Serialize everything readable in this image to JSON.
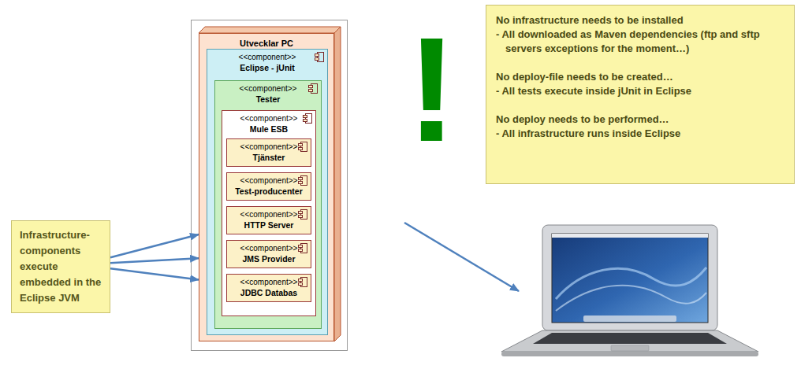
{
  "diagram": {
    "nodes": [
      {
        "text": [
          "Utvecklar PC"
        ]
      },
      {
        "text": [
          "<<component>>",
          "Eclipse - jUnit"
        ],
        "in": 0
      },
      {
        "text": [
          "<<component>>",
          "Tester"
        ],
        "in": 1
      },
      {
        "text": [
          "<<component>>",
          "Mule ESB"
        ],
        "in": 2
      },
      {
        "text": [
          "<<component>>",
          "Tjänster"
        ],
        "in": 3
      },
      {
        "text": [
          "<<component>>",
          "Test-producenter"
        ],
        "in": 3
      },
      {
        "text": [
          "<<component>>",
          "HTTP Server"
        ],
        "in": 3
      },
      {
        "text": [
          "<<component>>",
          "JMS Provider"
        ],
        "in": 3
      },
      {
        "text": [
          "<<component>>",
          "JDBC Databas"
        ],
        "in": 3
      },
      {
        "text": [
          "No infrastructure needs to be installed",
          "- All downloaded as Maven dependencies (ftp and sftp servers exceptions for the moment…)",
          "No deploy-file needs to be created…",
          "- All tests execute inside jUnit in Eclipse",
          "No deploy needs to be performed…",
          "- All infrastructure runs inside Eclipse"
        ]
      },
      {
        "text": [
          "Infrastructure-components execute embedded in the Eclipse JVM"
        ]
      }
    ],
    "edges": [
      {
        "from": 10,
        "to": 0,
        "arrow": "to"
      },
      {
        "from": 10,
        "to": 0,
        "arrow": "to"
      },
      {
        "from": 10,
        "to": 0,
        "arrow": "to"
      }
    ],
    "labels": [
      "!"
    ]
  }
}
